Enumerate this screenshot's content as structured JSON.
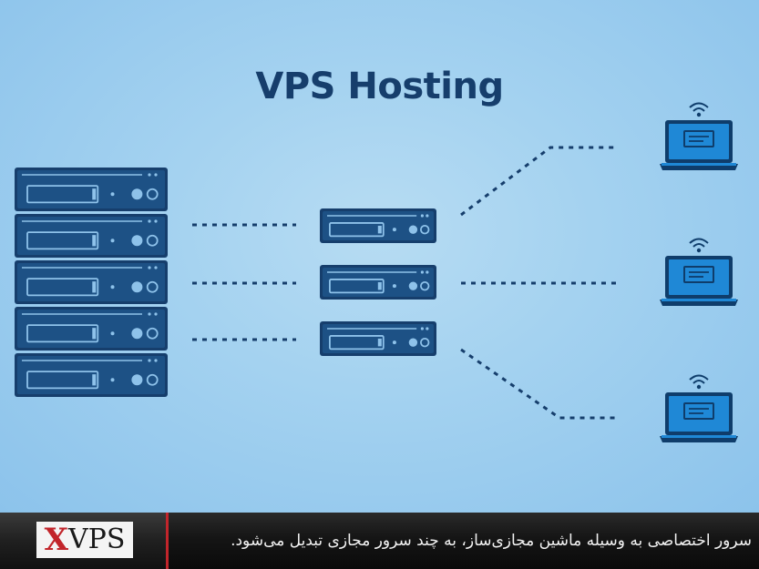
{
  "illustration": {
    "title": "VPS Hosting",
    "colors": {
      "background": "#a4d2f0",
      "server_dark": "#163e6c",
      "server_face": "#1d5185",
      "slot_outline": "#8ec2ea",
      "laptop_screen": "#1f88d6",
      "laptop_frame": "#0f3d6b",
      "dashed_line": "#163e6c"
    },
    "physical_server": {
      "icon": "rack-server-icon",
      "units": 5
    },
    "virtual_servers": {
      "icon": "server-icon",
      "count": 3
    },
    "clients": {
      "icon": "laptop-wifi-icon",
      "count": 3
    }
  },
  "caption_bar": {
    "logo_x": "X",
    "logo_rest": "VPS",
    "caption": "سرور اختصاصی به وسیله ماشین مجازی‌ساز، به چند سرور مجازی تبدیل می‌شود.",
    "accent": "#c2252b"
  }
}
